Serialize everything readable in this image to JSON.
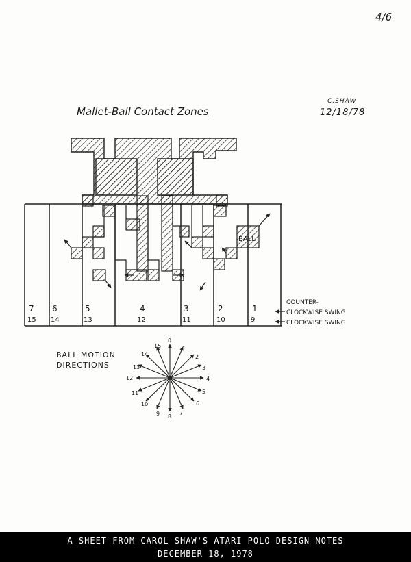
{
  "page_number": "4/6",
  "author": "C.SHAW",
  "date": "12/18/78",
  "title": "Mallet-Ball Contact Zones",
  "ball_label": "BALL",
  "zones": [
    {
      "top": "7",
      "bottom": "15"
    },
    {
      "top": "6",
      "bottom": "14"
    },
    {
      "top": "5",
      "bottom": "13"
    },
    {
      "top": "4",
      "bottom": "12"
    },
    {
      "top": "3",
      "bottom": "11"
    },
    {
      "top": "2",
      "bottom": "10"
    },
    {
      "top": "1",
      "bottom": "9"
    }
  ],
  "legend": {
    "counter_a": "COUNTER-",
    "counter_b": "CLOCKWISE SWING",
    "clockwise": "CLOCKWISE SWING"
  },
  "ball_motion_line1": "BALL MOTION",
  "ball_motion_line2": "DIRECTIONS",
  "directions": [
    "0",
    "1",
    "2",
    "3",
    "4",
    "5",
    "6",
    "7",
    "8",
    "9",
    "10",
    "11",
    "12",
    "13",
    "14",
    "15"
  ],
  "caption_line1": "A SHEET FROM CAROL SHAW'S ATARI POLO DESIGN NOTES",
  "caption_line2": "DECEMBER 18, 1978"
}
